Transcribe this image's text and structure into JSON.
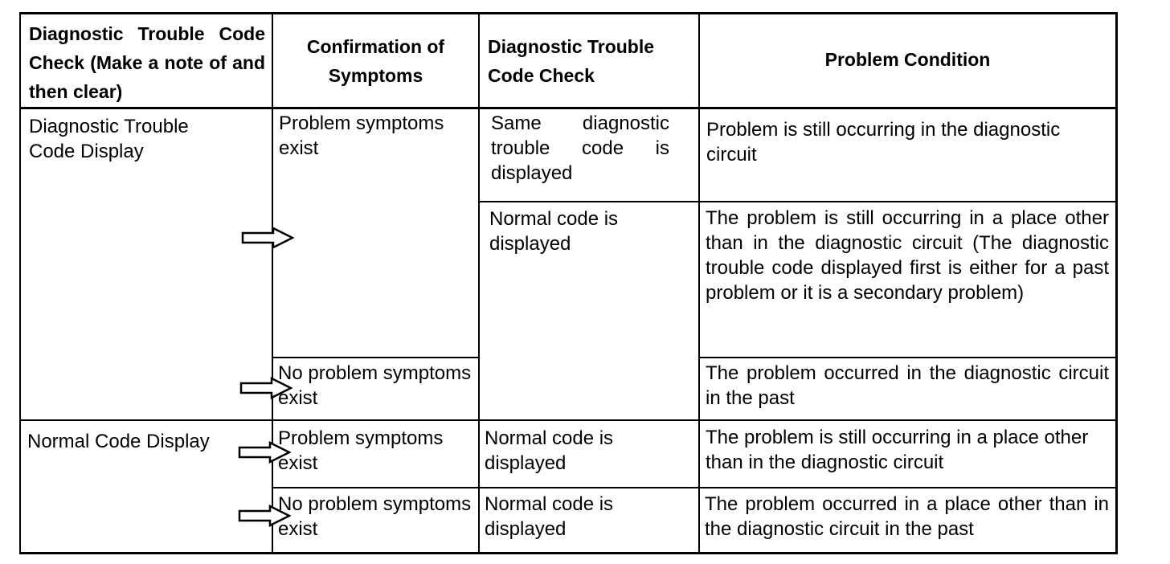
{
  "header": {
    "col1": "Diagnostic Trouble Code Check (Make a note of and then clear)",
    "col2": "Confirmation of Symptoms",
    "col3": "Diagnostic Trouble Code Check",
    "col4": "Problem Condition"
  },
  "groups": [
    {
      "dtc_display": "Diagnostic Trouble Code Display",
      "rows": [
        {
          "symptoms": "Problem symptoms exist",
          "code_check": "Same diagnostic trouble code is displayed",
          "condition": "Problem is still occurring in the diagnostic circuit"
        },
        {
          "code_check": "Normal code is displayed",
          "condition": "The problem is still occurring in a place other than in the diagnostic circuit (The diagnostic trouble code displayed first is either for a past problem or it is a secondary problem)"
        },
        {
          "symptoms": "No problem symptoms exist",
          "condition": "The problem occurred in the diagnostic circuit in the past"
        }
      ]
    },
    {
      "dtc_display": "Normal Code Display",
      "rows": [
        {
          "symptoms": "Problem symptoms exist",
          "code_check": "Normal code is displayed",
          "condition": "The problem is still occurring in a place other than in the diagnostic circuit"
        },
        {
          "symptoms": "No problem symptoms exist",
          "code_check": "Normal code is displayed",
          "condition": "The problem occurred in a place other than in the diagnostic circuit in the past"
        }
      ]
    }
  ],
  "icons": {
    "arrow": "right-arrow-icon"
  }
}
